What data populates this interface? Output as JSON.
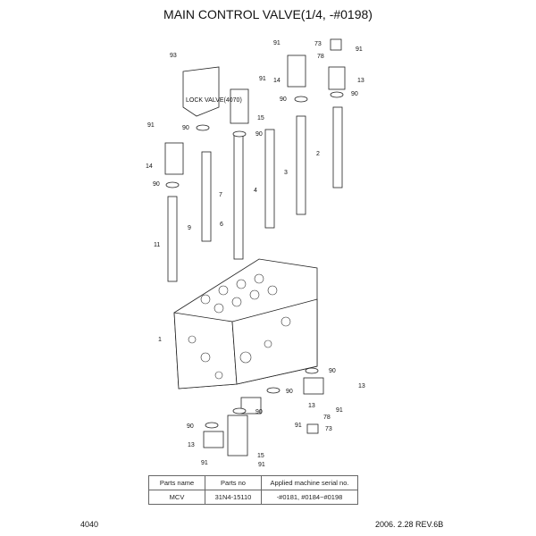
{
  "title": "MAIN CONTROL VALVE(1/4, -#0198)",
  "callouts": {
    "lock_valve": "LOCK VALVE(4070)",
    "c": [
      "93",
      "91",
      "14",
      "91",
      "73",
      "78",
      "91",
      "13",
      "90",
      "90",
      "15",
      "90",
      "91",
      "90",
      "14",
      "2",
      "3",
      "90",
      "7",
      "4",
      "6",
      "9",
      "11",
      "1",
      "90",
      "13",
      "90",
      "13",
      "91",
      "78",
      "90",
      "90",
      "73",
      "91",
      "13",
      "15",
      "91",
      "91"
    ]
  },
  "table": {
    "headers": [
      "Parts name",
      "Parts no",
      "Applied machine serial no."
    ],
    "rows": [
      [
        "MCV",
        "31N4-15110",
        "-#0181, #0184~#0198"
      ]
    ]
  },
  "footer": {
    "page": "4040",
    "revision": "2006. 2.28  REV.6B"
  }
}
